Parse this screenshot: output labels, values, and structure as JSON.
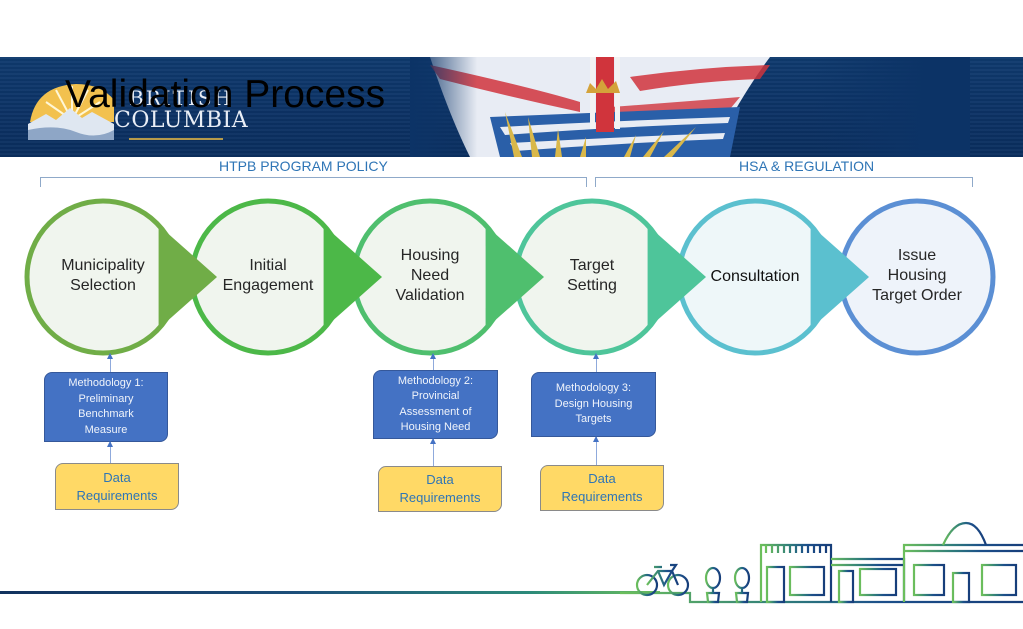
{
  "header": {
    "title": "Validation Process",
    "logo_line1": "BRITISH",
    "logo_line2": "COLUMBIA",
    "banner_color": "#0c3366"
  },
  "sections": [
    {
      "label": "HTPB PROGRAM POLICY"
    },
    {
      "label": "HSA & REGULATION"
    }
  ],
  "steps": [
    {
      "lines": [
        "Municipality",
        "Selection"
      ],
      "color": "#70ad47"
    },
    {
      "lines": [
        "Initial",
        "Engagement"
      ],
      "color": "#4cb848"
    },
    {
      "lines": [
        "Housing",
        "Need",
        "Validation"
      ],
      "color": "#4fbf6e"
    },
    {
      "lines": [
        "Target",
        "Setting"
      ],
      "color": "#4ec59a"
    },
    {
      "lines": [
        "Consultation"
      ],
      "color": "#5bc0cf"
    },
    {
      "lines": [
        "Issue",
        "Housing",
        "Target Order"
      ],
      "color": "#5b8fd4"
    }
  ],
  "methodologies": [
    {
      "step": 1,
      "lines": [
        "Methodology 1:",
        "Preliminary",
        "Benchmark",
        "Measure"
      ],
      "data_label_lines": [
        "Data",
        "Requirements"
      ]
    },
    {
      "step": 3,
      "lines": [
        "Methodology 2:",
        "Provincial",
        "Assessment of",
        "Housing Need"
      ],
      "data_label_lines": [
        "Data",
        "Requirements"
      ]
    },
    {
      "step": 4,
      "lines": [
        "Methodology 3:",
        "Design Housing",
        "Targets"
      ],
      "data_label_lines": [
        "Data",
        "Requirements"
      ]
    }
  ],
  "icons": {
    "logo": "bc-sun-mountains-logo",
    "flag": "bc-flag",
    "street": "street-illustration",
    "bicycle": "bicycle-icon",
    "tree": "tree-planter-icon"
  }
}
